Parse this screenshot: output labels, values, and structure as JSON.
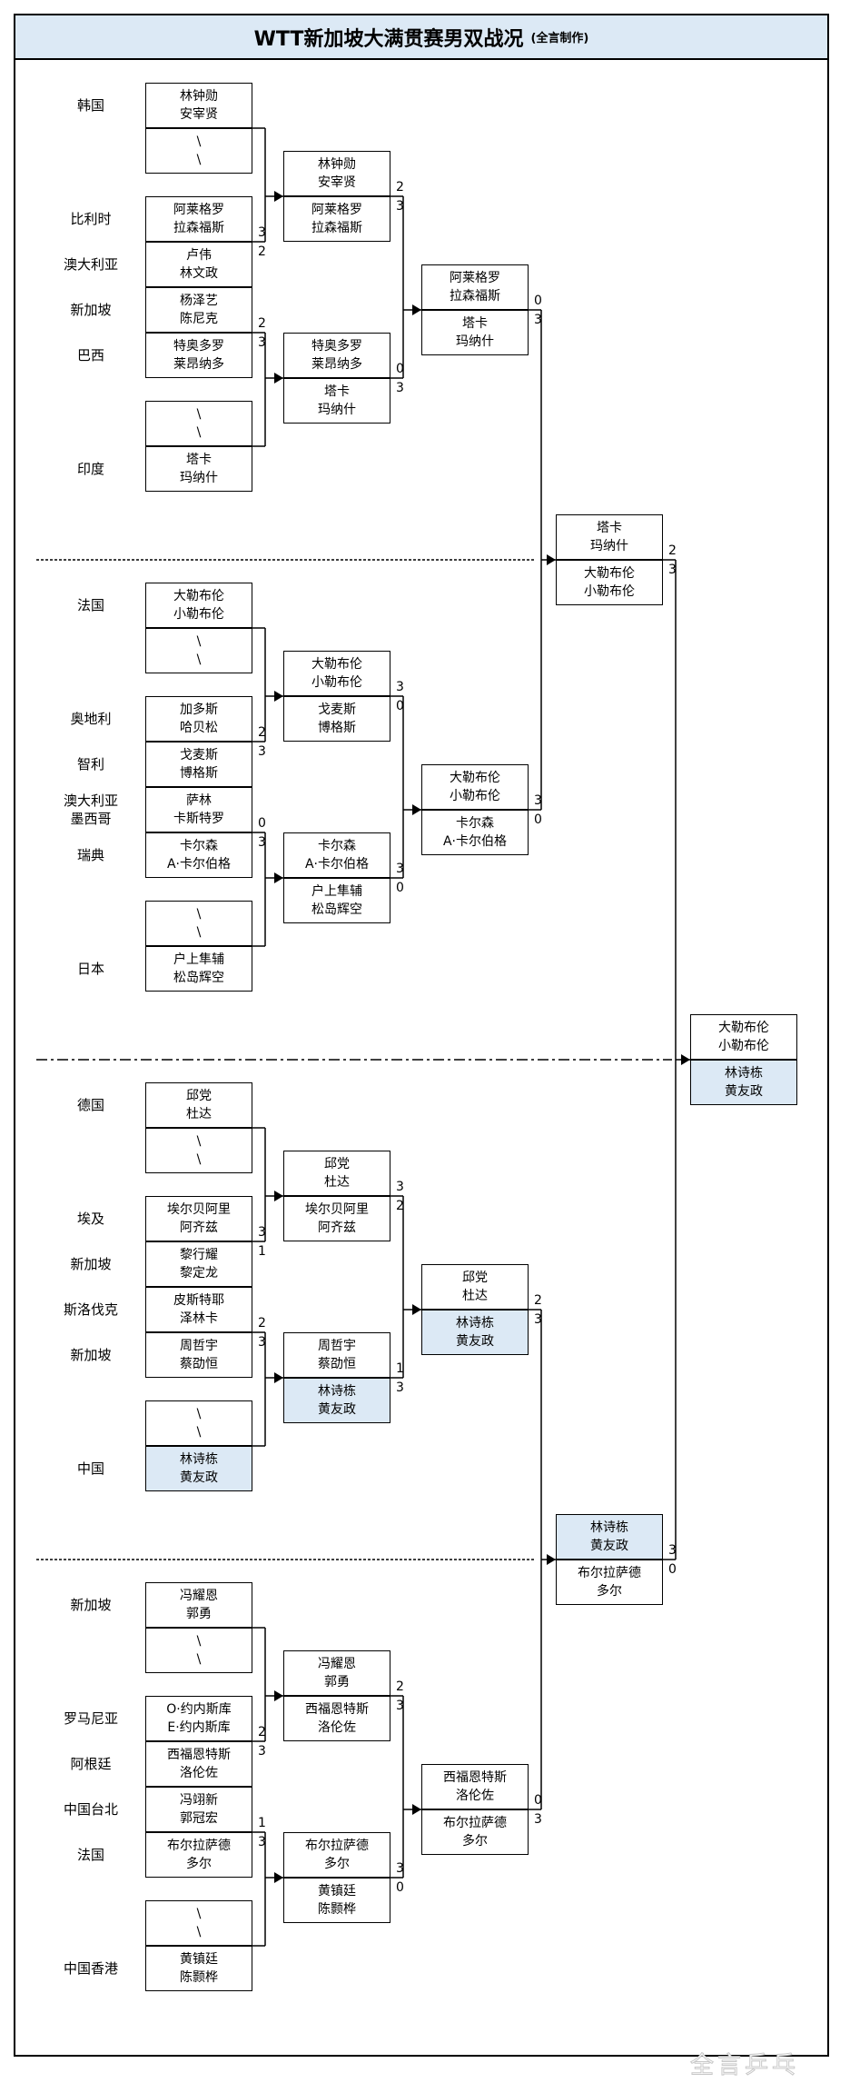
{
  "title": {
    "main": "WTT新加坡大满贯赛男双战况",
    "sub": "(全言制作)"
  },
  "watermark": "全言乒乓",
  "highlight_color": "#dce9f5",
  "bye_marker": "\\",
  "rounds": {
    "r1": [
      {
        "section": 1,
        "top": {
          "country": "韩国",
          "p1": "林钟勋",
          "p2": "安宰贤",
          "score": ""
        },
        "bottom": {
          "country": "",
          "p1": "\\",
          "p2": "\\",
          "score": ""
        },
        "bye": true
      },
      {
        "section": 1,
        "top": {
          "country": "比利时",
          "p1": "阿莱格罗",
          "p2": "拉森福斯",
          "score": "3"
        },
        "bottom": {
          "country": "澳大利亚",
          "p1": "卢伟",
          "p2": "林文政",
          "score": "2"
        }
      },
      {
        "section": 1,
        "top": {
          "country": "新加坡",
          "p1": "杨泽艺",
          "p2": "陈尼克",
          "score": "2"
        },
        "bottom": {
          "country": "巴西",
          "p1": "特奥多罗",
          "p2": "莱昂纳多",
          "score": "3"
        }
      },
      {
        "section": 1,
        "top": {
          "country": "",
          "p1": "\\",
          "p2": "\\",
          "score": ""
        },
        "bottom": {
          "country": "印度",
          "p1": "塔卡",
          "p2": "玛纳什",
          "score": ""
        },
        "bye": true
      },
      {
        "section": 2,
        "top": {
          "country": "法国",
          "p1": "大勒布伦",
          "p2": "小勒布伦",
          "score": ""
        },
        "bottom": {
          "country": "",
          "p1": "\\",
          "p2": "\\",
          "score": ""
        },
        "bye": true
      },
      {
        "section": 2,
        "top": {
          "country": "奥地利",
          "p1": "加多斯",
          "p2": "哈贝松",
          "score": "2"
        },
        "bottom": {
          "country": "智利",
          "p1": "戈麦斯",
          "p2": "博格斯",
          "score": "3"
        }
      },
      {
        "section": 2,
        "top": {
          "country": "澳大利亚\n墨西哥",
          "p1": "萨林",
          "p2": "卡斯特罗",
          "score": "0"
        },
        "bottom": {
          "country": "瑞典",
          "p1": "卡尔森",
          "p2": "A·卡尔伯格",
          "score": "3"
        }
      },
      {
        "section": 2,
        "top": {
          "country": "",
          "p1": "\\",
          "p2": "\\",
          "score": ""
        },
        "bottom": {
          "country": "日本",
          "p1": "户上隼辅",
          "p2": "松岛辉空",
          "score": ""
        },
        "bye": true
      },
      {
        "section": 3,
        "top": {
          "country": "德国",
          "p1": "邱党",
          "p2": "杜达",
          "score": ""
        },
        "bottom": {
          "country": "",
          "p1": "\\",
          "p2": "\\",
          "score": ""
        },
        "bye": true
      },
      {
        "section": 3,
        "top": {
          "country": "埃及",
          "p1": "埃尔贝阿里",
          "p2": "阿齐兹",
          "score": "3"
        },
        "bottom": {
          "country": "新加坡",
          "p1": "黎行耀",
          "p2": "黎定龙",
          "score": "1"
        }
      },
      {
        "section": 3,
        "top": {
          "country": "斯洛伐克",
          "p1": "皮斯特耶",
          "p2": "泽林卡",
          "score": "2"
        },
        "bottom": {
          "country": "新加坡",
          "p1": "周哲宇",
          "p2": "蔡劭恒",
          "score": "3"
        }
      },
      {
        "section": 3,
        "top": {
          "country": "",
          "p1": "\\",
          "p2": "\\",
          "score": ""
        },
        "bottom": {
          "country": "中国",
          "p1": "林诗栋",
          "p2": "黄友政",
          "score": "",
          "highlight": true
        },
        "bye": true
      },
      {
        "section": 4,
        "top": {
          "country": "新加坡",
          "p1": "冯耀恩",
          "p2": "郭勇",
          "score": ""
        },
        "bottom": {
          "country": "",
          "p1": "\\",
          "p2": "\\",
          "score": ""
        },
        "bye": true
      },
      {
        "section": 4,
        "top": {
          "country": "罗马尼亚",
          "p1": "O·约内斯库",
          "p2": "E·约内斯库",
          "score": "2"
        },
        "bottom": {
          "country": "阿根廷",
          "p1": "西福恩特斯",
          "p2": "洛伦佐",
          "score": "3"
        }
      },
      {
        "section": 4,
        "top": {
          "country": "中国台北",
          "p1": "冯翊新",
          "p2": "郭冠宏",
          "score": "1"
        },
        "bottom": {
          "country": "法国",
          "p1": "布尔拉萨德",
          "p2": "多尔",
          "score": "3"
        }
      },
      {
        "section": 4,
        "top": {
          "country": "",
          "p1": "\\",
          "p2": "\\",
          "score": ""
        },
        "bottom": {
          "country": "中国香港",
          "p1": "黄镇廷",
          "p2": "陈颢桦",
          "score": ""
        },
        "bye": true
      }
    ],
    "r2": [
      {
        "top": {
          "p1": "林钟勋",
          "p2": "安宰贤",
          "score": "2"
        },
        "bottom": {
          "p1": "阿莱格罗",
          "p2": "拉森福斯",
          "score": "3"
        }
      },
      {
        "top": {
          "p1": "特奥多罗",
          "p2": "莱昂纳多",
          "score": "0"
        },
        "bottom": {
          "p1": "塔卡",
          "p2": "玛纳什",
          "score": "3"
        }
      },
      {
        "top": {
          "p1": "大勒布伦",
          "p2": "小勒布伦",
          "score": "3"
        },
        "bottom": {
          "p1": "戈麦斯",
          "p2": "博格斯",
          "score": "0"
        }
      },
      {
        "top": {
          "p1": "卡尔森",
          "p2": "A·卡尔伯格",
          "score": "3"
        },
        "bottom": {
          "p1": "户上隼辅",
          "p2": "松岛辉空",
          "score": "0"
        }
      },
      {
        "top": {
          "p1": "邱党",
          "p2": "杜达",
          "score": "3"
        },
        "bottom": {
          "p1": "埃尔贝阿里",
          "p2": "阿齐兹",
          "score": "2"
        }
      },
      {
        "top": {
          "p1": "周哲宇",
          "p2": "蔡劭恒",
          "score": "1"
        },
        "bottom": {
          "p1": "林诗栋",
          "p2": "黄友政",
          "score": "3",
          "highlight": true
        }
      },
      {
        "top": {
          "p1": "冯耀恩",
          "p2": "郭勇",
          "score": "2"
        },
        "bottom": {
          "p1": "西福恩特斯",
          "p2": "洛伦佐",
          "score": "3"
        }
      },
      {
        "top": {
          "p1": "布尔拉萨德",
          "p2": "多尔",
          "score": "3"
        },
        "bottom": {
          "p1": "黄镇廷",
          "p2": "陈颢桦",
          "score": "0"
        }
      }
    ],
    "r3": [
      {
        "top": {
          "p1": "阿莱格罗",
          "p2": "拉森福斯",
          "score": "0"
        },
        "bottom": {
          "p1": "塔卡",
          "p2": "玛纳什",
          "score": "3"
        }
      },
      {
        "top": {
          "p1": "大勒布伦",
          "p2": "小勒布伦",
          "score": "3"
        },
        "bottom": {
          "p1": "卡尔森",
          "p2": "A·卡尔伯格",
          "score": "0"
        }
      },
      {
        "top": {
          "p1": "邱党",
          "p2": "杜达",
          "score": "2"
        },
        "bottom": {
          "p1": "林诗栋",
          "p2": "黄友政",
          "score": "3",
          "highlight": true
        }
      },
      {
        "top": {
          "p1": "西福恩特斯",
          "p2": "洛伦佐",
          "score": "0"
        },
        "bottom": {
          "p1": "布尔拉萨德",
          "p2": "多尔",
          "score": "3"
        }
      }
    ],
    "r4": [
      {
        "top": {
          "p1": "塔卡",
          "p2": "玛纳什",
          "score": "2"
        },
        "bottom": {
          "p1": "大勒布伦",
          "p2": "小勒布伦",
          "score": "3"
        }
      },
      {
        "top": {
          "p1": "林诗栋",
          "p2": "黄友政",
          "score": "3",
          "highlight": true
        },
        "bottom": {
          "p1": "布尔拉萨德",
          "p2": "多尔",
          "score": "0"
        }
      }
    ],
    "final": [
      {
        "top": {
          "p1": "大勒布伦",
          "p2": "小勒布伦",
          "score": ""
        },
        "bottom": {
          "p1": "林诗栋",
          "p2": "黄友政",
          "score": "",
          "highlight": true
        }
      }
    ]
  }
}
